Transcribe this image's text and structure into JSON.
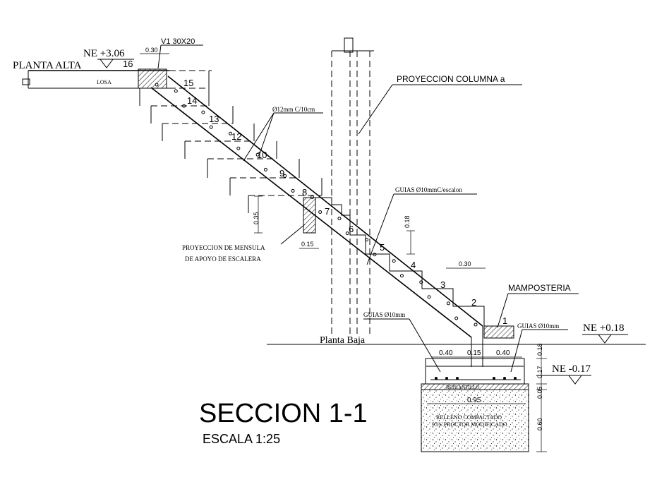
{
  "title": "SECCION 1-1",
  "scale": "ESCALA 1:25",
  "levels": {
    "upper_level": "NE +3.06",
    "upper_floor": "PLANTA ALTA",
    "ground_level": "NE +0.18",
    "ground_floor": "Planta Baja",
    "footing_level": "NE -0.17"
  },
  "labels": {
    "losa": "LOSA",
    "beam": "V1 30X20",
    "column_projection": "PROYECCION COLUMNA a",
    "rebar_main": "Ø12mm C/10cm",
    "guides_step": "GUIAS Ø10mmC/escalon",
    "ledge_projection_1": "PROYECCION DE MENSULA",
    "ledge_projection_2": "DE APOYO DE ESCALERA",
    "masonry": "MAMPOSTERIA",
    "guides_left": "GUIAS Ø10mm",
    "guides_right": "GUIAS Ø10mm",
    "fill_1": "RELLENO COMPACTADO",
    "fill_2": "95% PROCTOR MODIFICADO",
    "lean_concrete": "REPLANTILLO"
  },
  "dimensions": {
    "beam_width": "0.30",
    "riser_height": "0.18",
    "tread": "0.30",
    "ledge_height": "0.35",
    "ledge_width": "0.15",
    "footing_left": "0.40",
    "footing_center": "0.15",
    "footing_right": "0.40",
    "footing_total": "0.95",
    "dim_v_018": "0.18",
    "dim_v_017": "0.17",
    "dim_v_005": "0.05",
    "dim_v_060": "0.60"
  },
  "step_numbers": [
    "1",
    "2",
    "3",
    "4",
    "5",
    "6",
    "7",
    "8",
    "9",
    "10",
    "12",
    "13",
    "14",
    "15",
    "16"
  ]
}
